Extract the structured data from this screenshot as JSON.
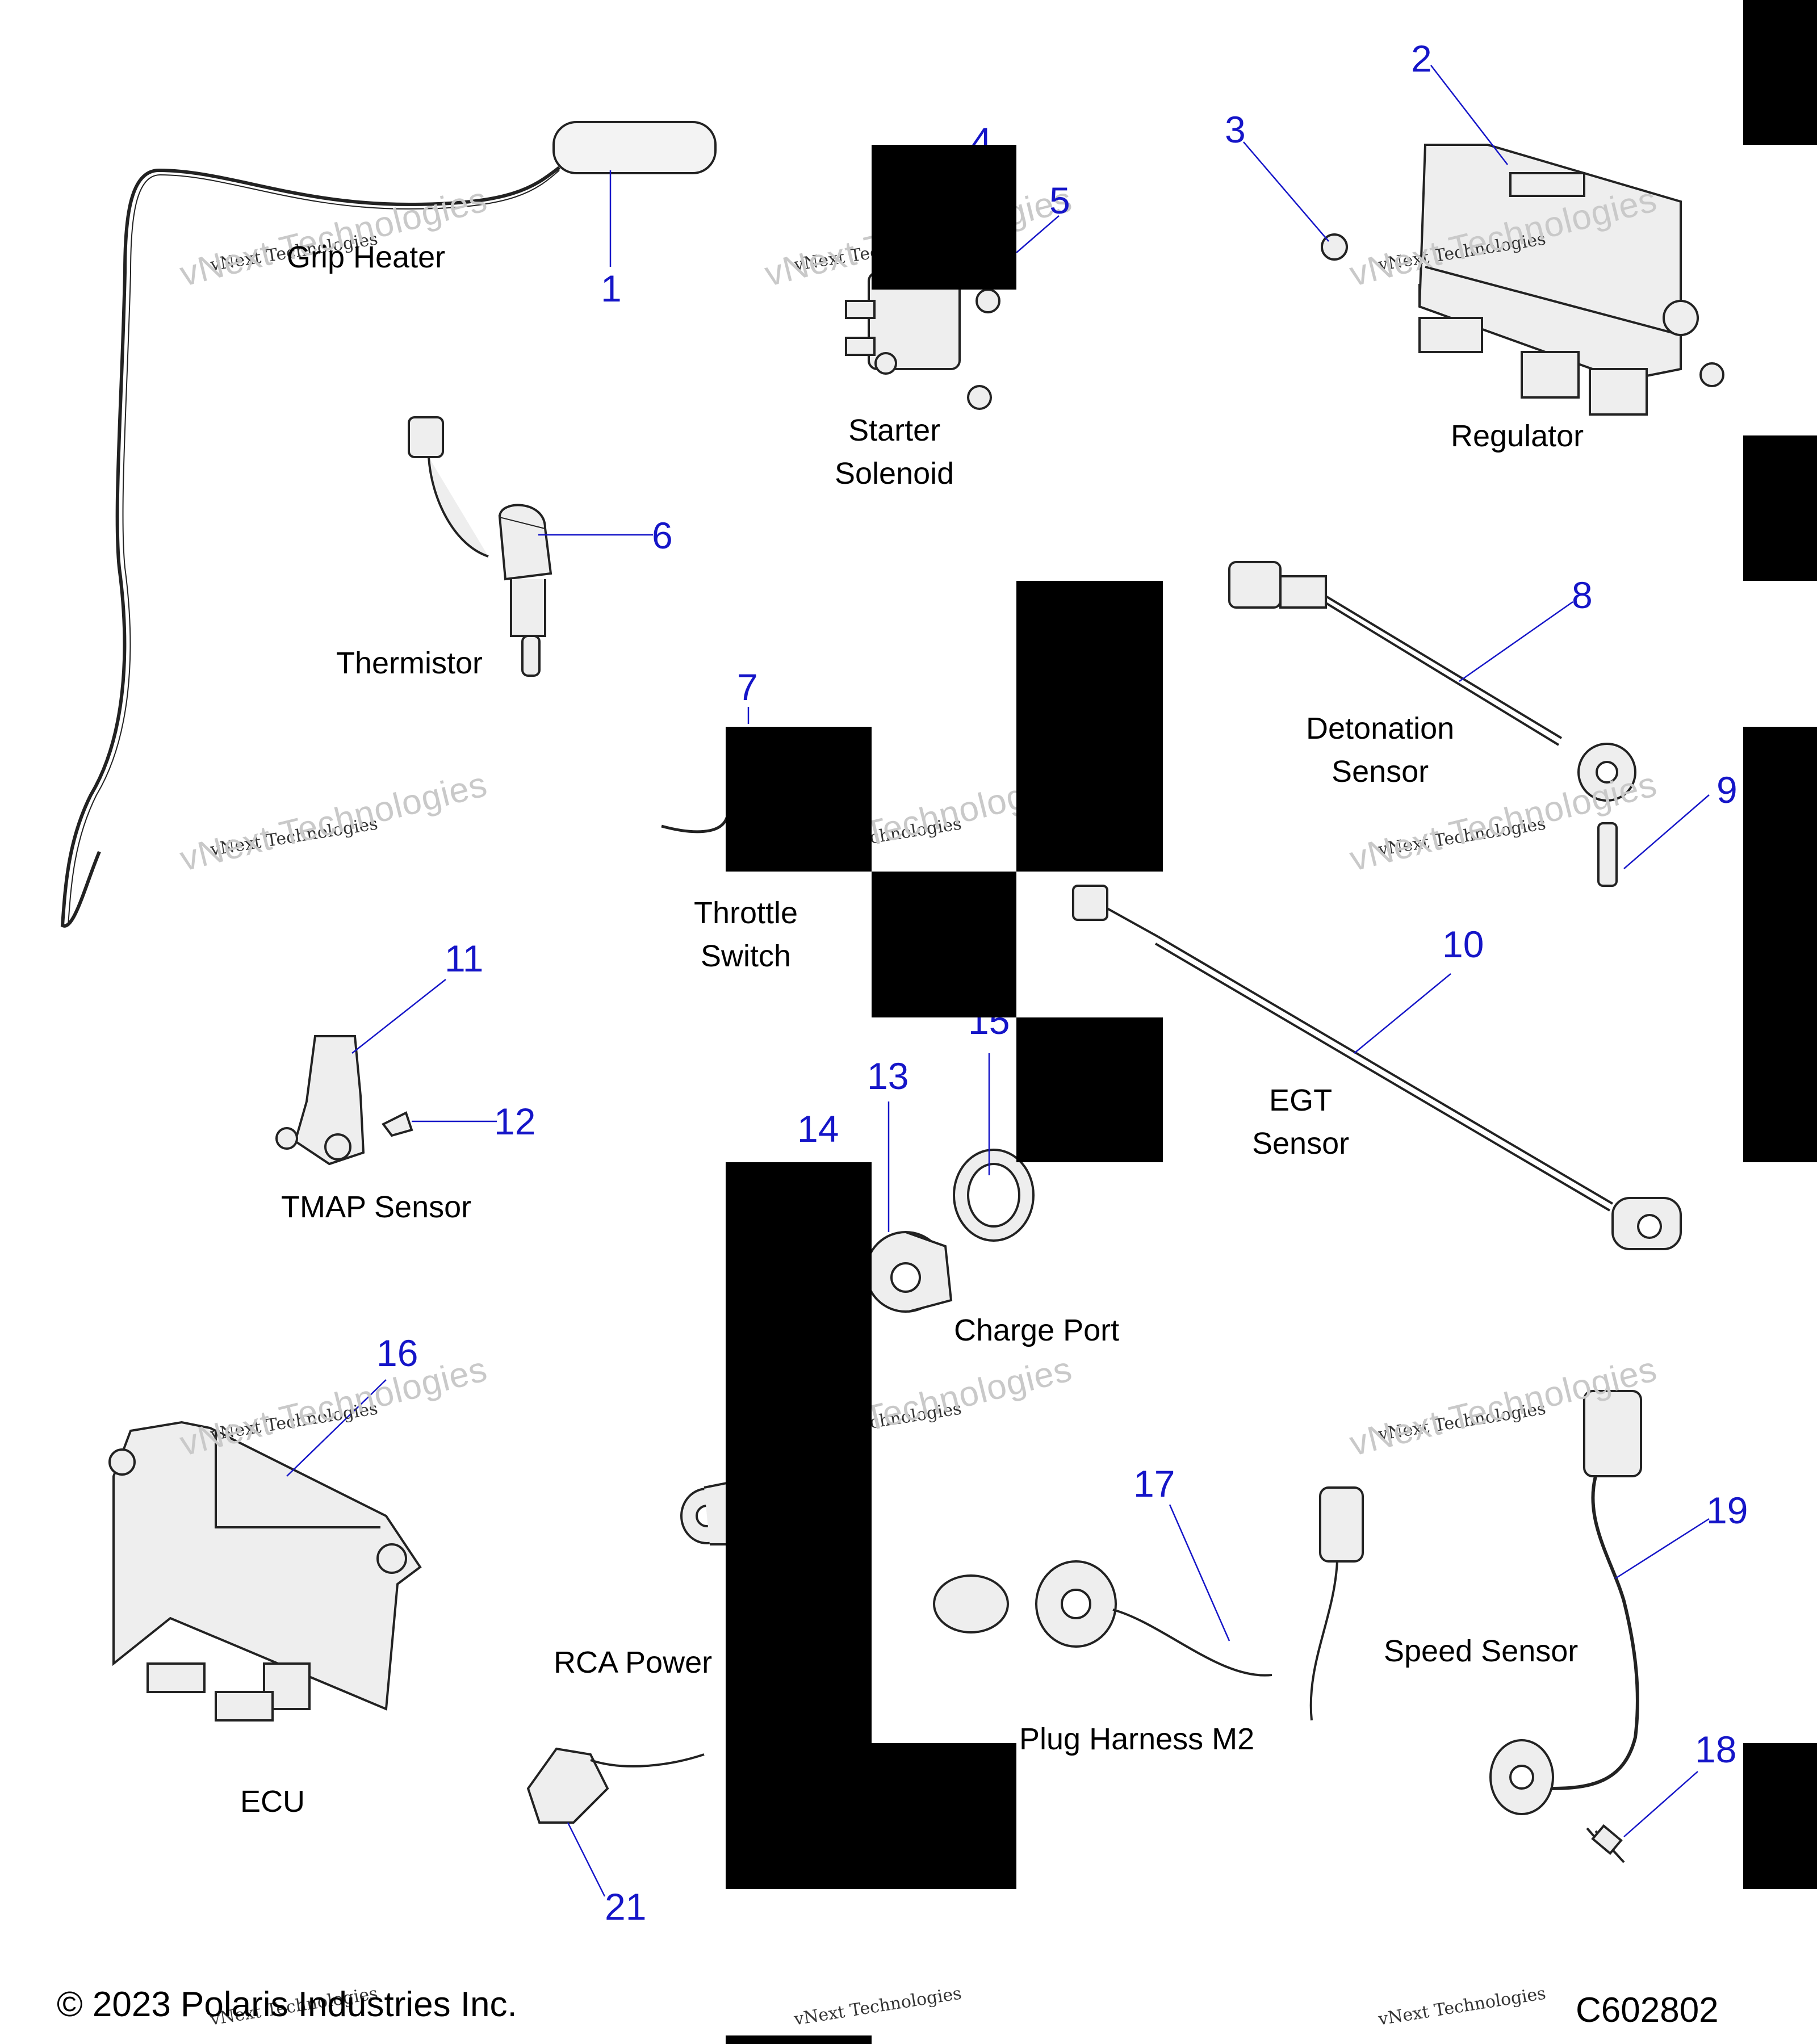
{
  "diagram": {
    "parts": [
      {
        "number": "1",
        "label": "Grip Heater"
      },
      {
        "number": "2",
        "label": "Regulator"
      },
      {
        "number": "3",
        "label": ""
      },
      {
        "number": "4",
        "label": ""
      },
      {
        "number": "5",
        "label": "Starter\nSolenoid"
      },
      {
        "number": "6",
        "label": "Thermistor"
      },
      {
        "number": "7",
        "label": "Throttle\nSwitch"
      },
      {
        "number": "8",
        "label": "Detonation\nSensor"
      },
      {
        "number": "9",
        "label": ""
      },
      {
        "number": "10",
        "label": "EGT\nSensor"
      },
      {
        "number": "11",
        "label": "TMAP Sensor"
      },
      {
        "number": "12",
        "label": ""
      },
      {
        "number": "13",
        "label": "Charge Port"
      },
      {
        "number": "14",
        "label": ""
      },
      {
        "number": "15",
        "label": ""
      },
      {
        "number": "16",
        "label": "ECU"
      },
      {
        "number": "17",
        "label": "Plug Harness M2"
      },
      {
        "number": "18",
        "label": ""
      },
      {
        "number": "19",
        "label": "Speed Sensor"
      },
      {
        "number": "21",
        "label": ""
      },
      {
        "number": "",
        "label": "RCA Power"
      }
    ],
    "watermark": {
      "line1": "vNext Technologies",
      "line2": "vNext\nTechnologies"
    },
    "footer": {
      "copyright": "© 2023 Polaris Industries Inc.",
      "figure_code": "C602802"
    },
    "colors": {
      "callout": "#1515c8",
      "line": "#1515c8",
      "part_fill": "#eeeeee",
      "part_stroke": "#222222",
      "redaction": "#000000"
    }
  }
}
